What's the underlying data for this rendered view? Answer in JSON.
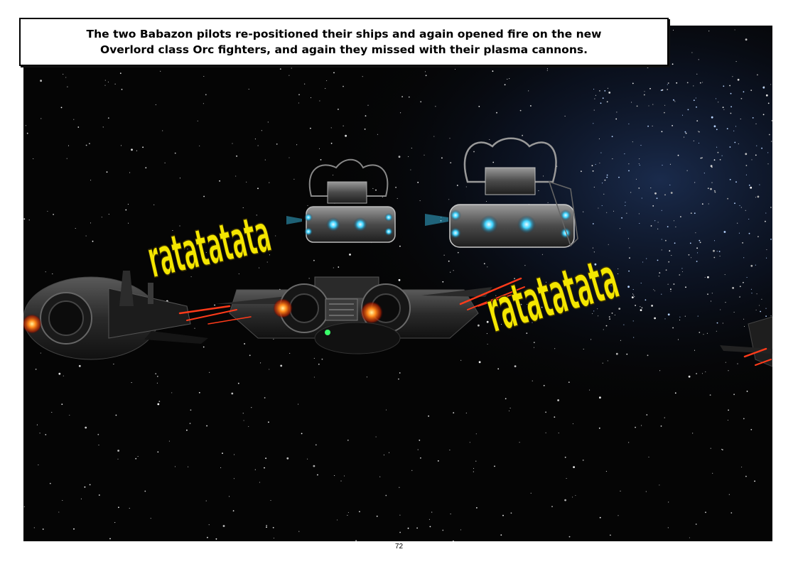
{
  "caption": {
    "text": "The two Babazon pilots re-positioned their ships and again opened fire on the new Overlord class Orc fighters, and again they missed with their plasma cannons."
  },
  "sfx": {
    "left": "ratatatata",
    "right": "ratatatata"
  },
  "page_number": "72",
  "colors": {
    "sfx_fill": "#f4e600",
    "space": "#050505",
    "engine_glow": "#ff6a10",
    "plasma_blue": "#3fd3ff",
    "laser_red": "#ff3b1a"
  }
}
